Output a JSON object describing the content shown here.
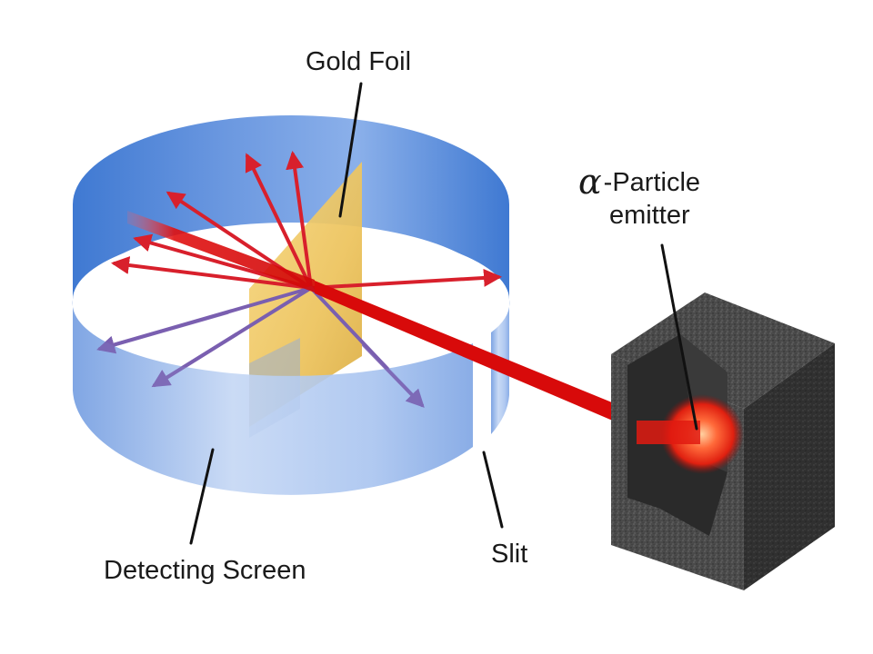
{
  "labels": {
    "gold_foil": "Gold Foil",
    "alpha_symbol": "α",
    "alpha_rest": "-Particle",
    "emitter": "emitter",
    "detecting_screen": "Detecting Screen",
    "slit": "Slit"
  },
  "colors": {
    "screen_blue": "#4f86d9",
    "screen_light": "#b7cdf0",
    "gold_foil": "#f0c860",
    "beam_red": "#e01010",
    "arrow_red": "#d8202c",
    "arrow_purple": "#7a5fb0",
    "emitter_block": "#3a3a3a",
    "emitter_glow": "#ff5030"
  }
}
